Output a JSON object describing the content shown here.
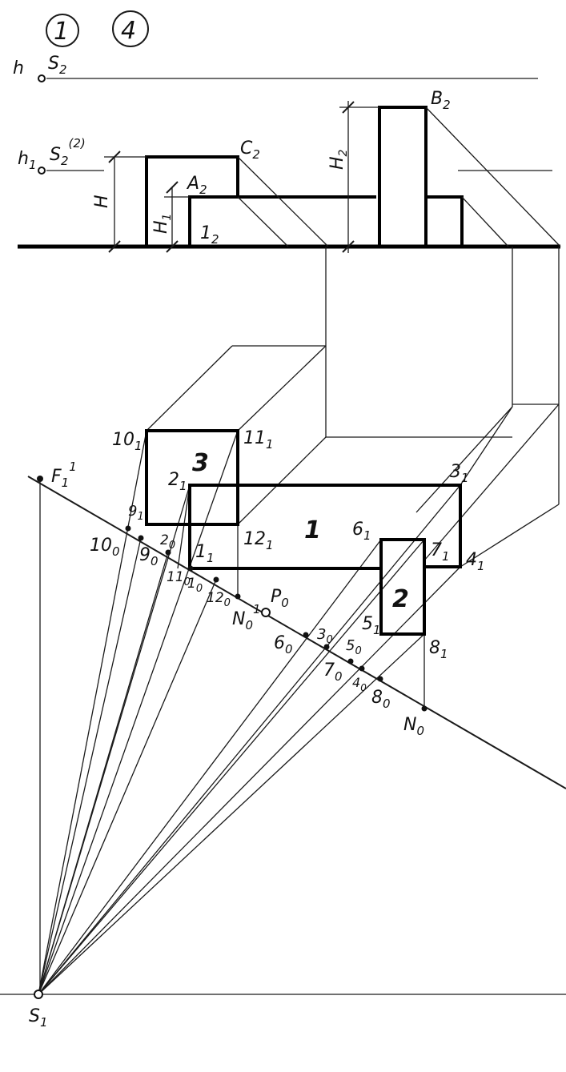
{
  "header": {
    "circled_numbers": [
      "1",
      "4"
    ]
  },
  "front_view": {
    "h_label": "h",
    "s2_label": "S",
    "s2_sub": "2",
    "h1_label": "h",
    "h1_sub": "1",
    "s2_2_label": "S",
    "s2_2_sub": "2",
    "s2_2_sup": "(2)",
    "c2": {
      "main": "C",
      "sub": "2"
    },
    "a2": {
      "main": "A",
      "sub": "2"
    },
    "b2": {
      "main": "B",
      "sub": "2"
    },
    "one2": {
      "main": "1",
      "sub": "2"
    },
    "dim_H": "H",
    "dim_H1": {
      "main": "H",
      "sub": "1"
    },
    "dim_H2": {
      "main": "H",
      "sub": "2"
    }
  },
  "perspective": {
    "part_labels": [
      "3",
      "1",
      "2"
    ],
    "points": {
      "p10_1": {
        "main": "10",
        "sub": "1"
      },
      "p11_1": {
        "main": "11",
        "sub": "1"
      },
      "p2_1": {
        "main": "2",
        "sub": "1"
      },
      "p12_1": {
        "main": "12",
        "sub": "1"
      },
      "p1_1": {
        "main": "1",
        "sub": "1"
      },
      "p3_1": {
        "main": "3",
        "sub": "1"
      },
      "p6_1": {
        "main": "6",
        "sub": "1"
      },
      "p7_1": {
        "main": "7",
        "sub": "1"
      },
      "p4_1": {
        "main": "4",
        "sub": "1"
      },
      "p5_1": {
        "main": "5",
        "sub": "1"
      },
      "p8_1": {
        "main": "8",
        "sub": "1"
      }
    },
    "base_points": {
      "f1": {
        "main": "F",
        "sub": "1",
        "sup": "1"
      },
      "p9_1": {
        "main": "9",
        "sub": "1"
      },
      "p10_0": {
        "main": "10",
        "sub": "0"
      },
      "p9_0": {
        "main": "9",
        "sub": "0"
      },
      "p2_0": {
        "main": "2",
        "sub": "0"
      },
      "p11_0": {
        "main": "11",
        "sub": "0"
      },
      "p1_0": {
        "main": "1",
        "sub": "0"
      },
      "p12_0": {
        "main": "12",
        "sub": "0"
      },
      "n0_1": {
        "main": "N",
        "sub": "0",
        "sup": "1"
      },
      "p0": {
        "main": "P",
        "sub": "0"
      },
      "p6_0": {
        "main": "6",
        "sub": "0"
      },
      "p3_0": {
        "main": "3",
        "sub": "0"
      },
      "p7_0": {
        "main": "7",
        "sub": "0"
      },
      "p5_0": {
        "main": "5",
        "sub": "0"
      },
      "p4_0": {
        "main": "4",
        "sub": "0"
      },
      "p8_0": {
        "main": "8",
        "sub": "0"
      },
      "n0": {
        "main": "N",
        "sub": "0"
      }
    },
    "s1": {
      "main": "S",
      "sub": "1"
    }
  }
}
